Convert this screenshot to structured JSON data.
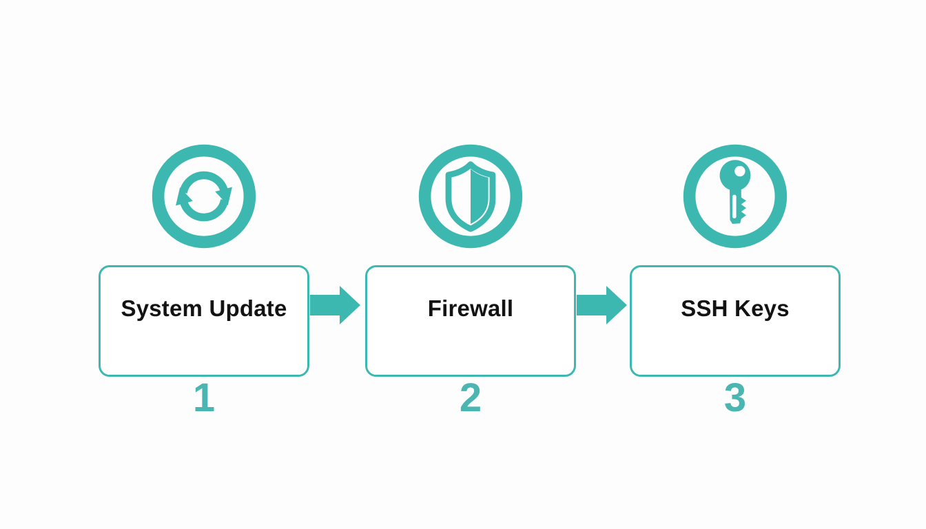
{
  "diagram": {
    "steps": [
      {
        "label": "System Update",
        "number": "1",
        "icon": "sync-icon"
      },
      {
        "label": "Firewall",
        "number": "2",
        "icon": "shield-icon"
      },
      {
        "label": "SSH Keys",
        "number": "3",
        "icon": "key-icon"
      }
    ],
    "colors": {
      "accent": "#3db8b1",
      "number": "#4bb5b2",
      "label_text": "#131313",
      "background": "#fdfdfd"
    }
  }
}
